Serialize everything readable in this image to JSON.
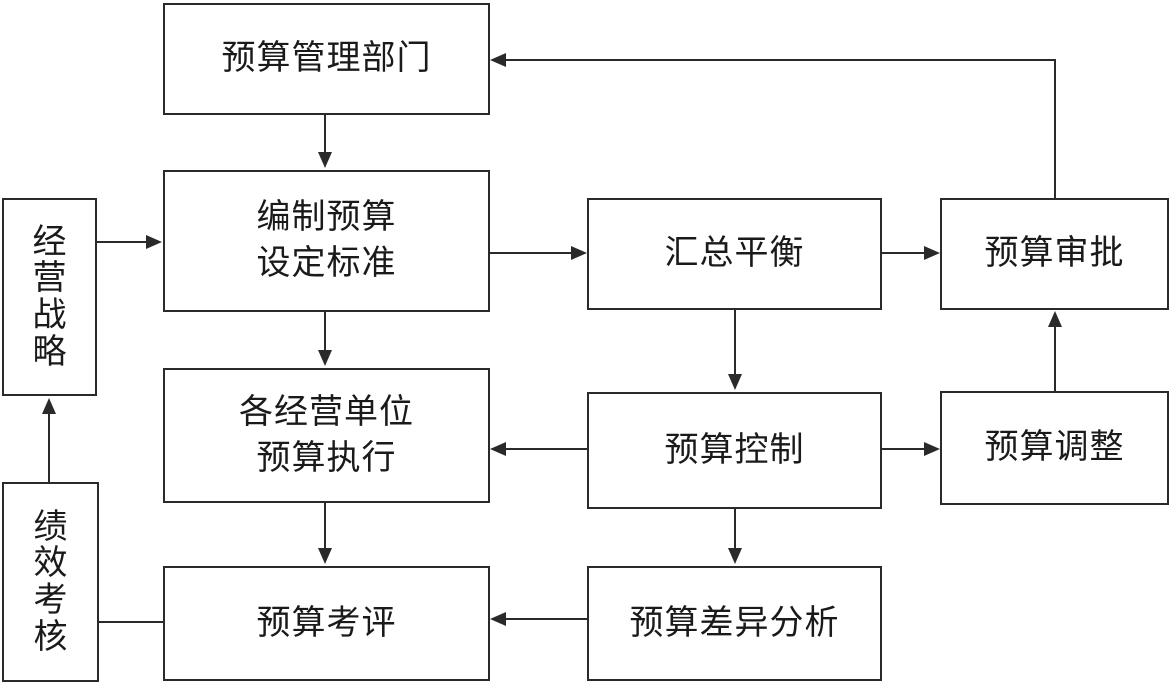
{
  "nodes": {
    "budget_management_dept": "预算管理部门",
    "prepare_budget": "编制预算\n设定标准",
    "business_strategy": "经\n营\n战\n略",
    "performance_assessment": "绩\n效\n考\n核",
    "unit_execution": "各经营单位\n预算执行",
    "budget_review": "预算考评",
    "consolidation_balance": "汇总平衡",
    "budget_control": "预算控制",
    "variance_analysis": "预算差异分析",
    "budget_approval": "预算审批",
    "budget_adjustment": "预算调整"
  },
  "colors": {
    "line": "#2a2a2a",
    "box_border": "#2a2a2a",
    "background": "#ffffff"
  }
}
